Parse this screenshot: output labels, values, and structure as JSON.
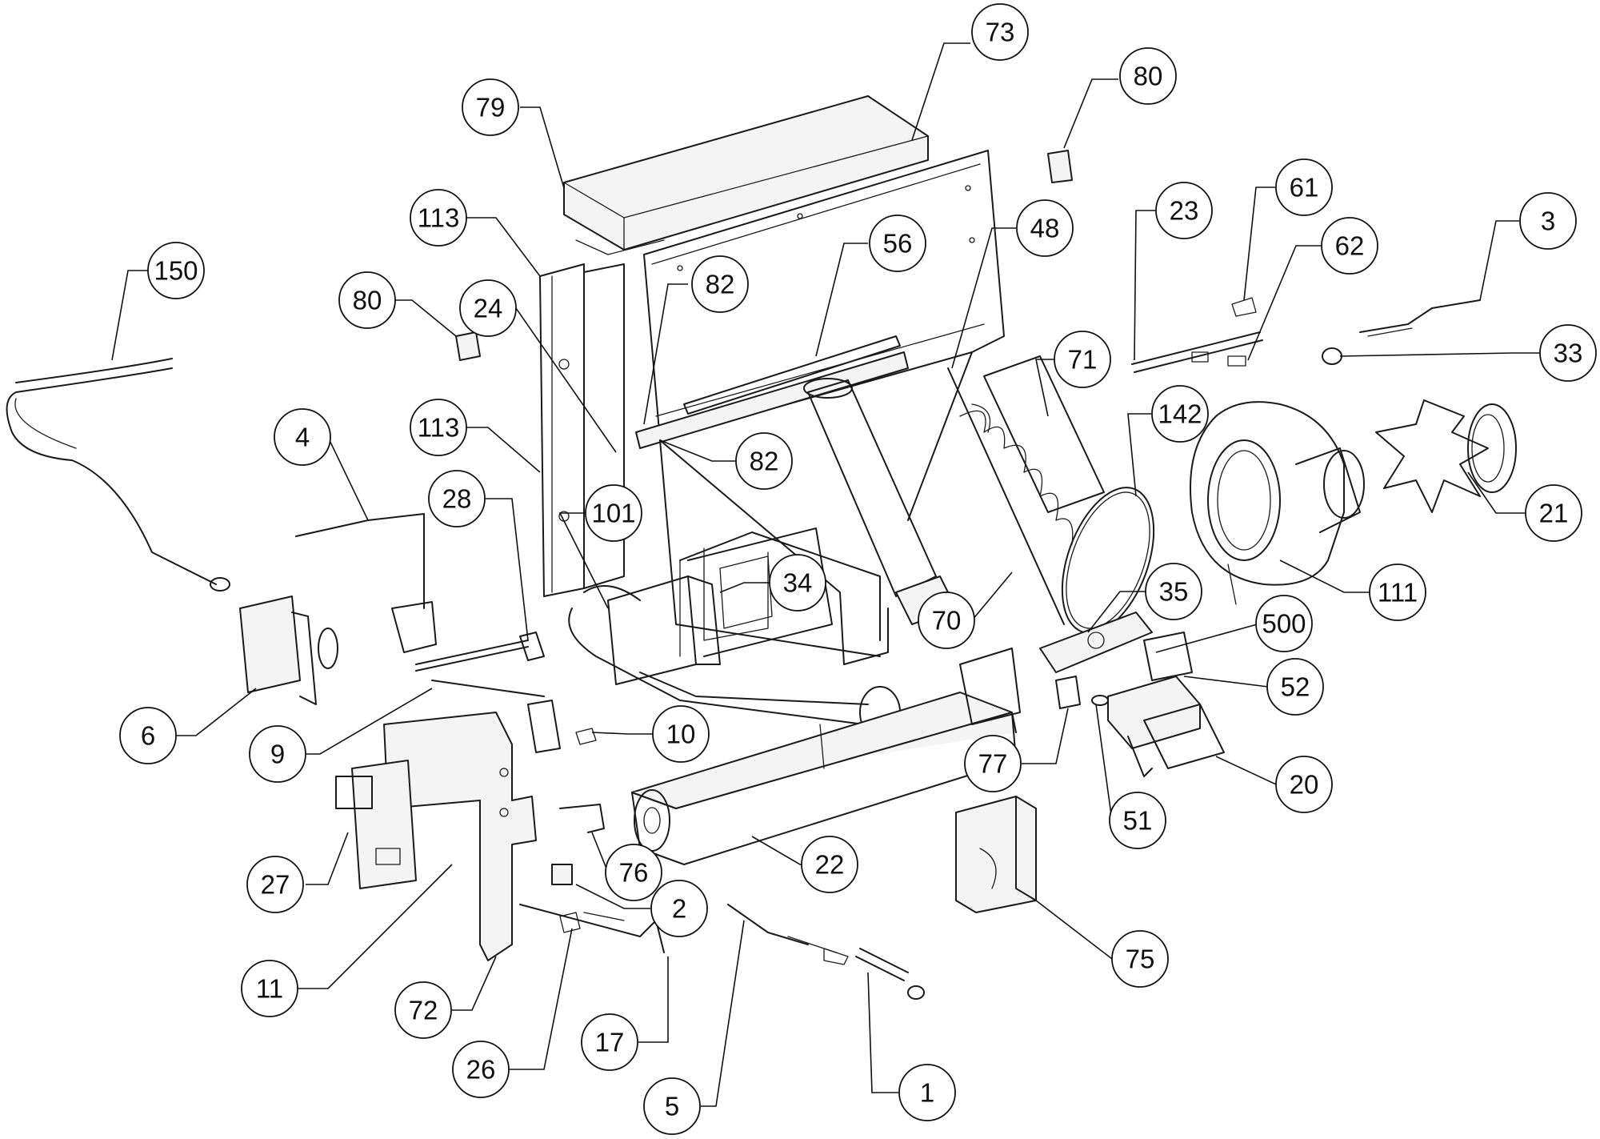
{
  "callouts": [
    {
      "id": "c73",
      "label": "73"
    },
    {
      "id": "c80a",
      "label": "80"
    },
    {
      "id": "c79",
      "label": "79"
    },
    {
      "id": "c113a",
      "label": "113"
    },
    {
      "id": "c150",
      "label": "150"
    },
    {
      "id": "c80b",
      "label": "80"
    },
    {
      "id": "c24",
      "label": "24"
    },
    {
      "id": "c82a",
      "label": "82"
    },
    {
      "id": "c56",
      "label": "56"
    },
    {
      "id": "c48",
      "label": "48"
    },
    {
      "id": "c23",
      "label": "23"
    },
    {
      "id": "c61",
      "label": "61"
    },
    {
      "id": "c62",
      "label": "62"
    },
    {
      "id": "c3",
      "label": "3"
    },
    {
      "id": "c33",
      "label": "33"
    },
    {
      "id": "c71",
      "label": "71"
    },
    {
      "id": "c142",
      "label": "142"
    },
    {
      "id": "c113b",
      "label": "113"
    },
    {
      "id": "c82b",
      "label": "82"
    },
    {
      "id": "c4",
      "label": "4"
    },
    {
      "id": "c28",
      "label": "28"
    },
    {
      "id": "c101",
      "label": "101"
    },
    {
      "id": "c21",
      "label": "21"
    },
    {
      "id": "c34",
      "label": "34"
    },
    {
      "id": "c35",
      "label": "35"
    },
    {
      "id": "c111",
      "label": "111"
    },
    {
      "id": "c70",
      "label": "70"
    },
    {
      "id": "c500",
      "label": "500"
    },
    {
      "id": "c52",
      "label": "52"
    },
    {
      "id": "c6",
      "label": "6"
    },
    {
      "id": "c10",
      "label": "10"
    },
    {
      "id": "c9",
      "label": "9"
    },
    {
      "id": "c77",
      "label": "77"
    },
    {
      "id": "c20",
      "label": "20"
    },
    {
      "id": "c51",
      "label": "51"
    },
    {
      "id": "c76",
      "label": "76"
    },
    {
      "id": "c22",
      "label": "22"
    },
    {
      "id": "c27",
      "label": "27"
    },
    {
      "id": "c2",
      "label": "2"
    },
    {
      "id": "c75",
      "label": "75"
    },
    {
      "id": "c11",
      "label": "11"
    },
    {
      "id": "c72",
      "label": "72"
    },
    {
      "id": "c17",
      "label": "17"
    },
    {
      "id": "c26",
      "label": "26"
    },
    {
      "id": "c1",
      "label": "1"
    },
    {
      "id": "c5",
      "label": "5"
    }
  ]
}
